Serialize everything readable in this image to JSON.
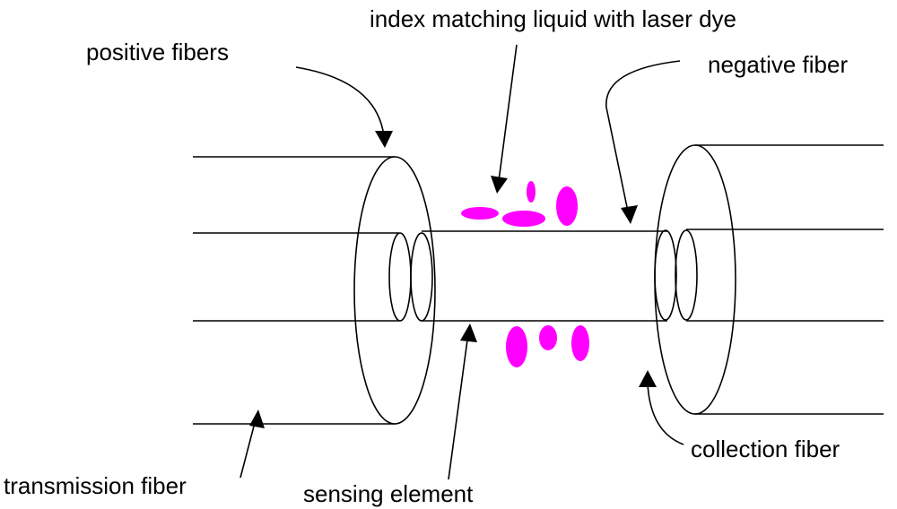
{
  "labels": {
    "index_matching_liquid": "index matching liquid with laser dye",
    "positive_fibers": "positive fibers",
    "negative_fiber": "negative fiber",
    "transmission_fiber": "transmission fiber",
    "sensing_element": "sensing element",
    "collection_fiber": "collection fiber"
  },
  "colors": {
    "dye": "#ff00ff",
    "line": "#000000",
    "background": "#ffffff"
  }
}
